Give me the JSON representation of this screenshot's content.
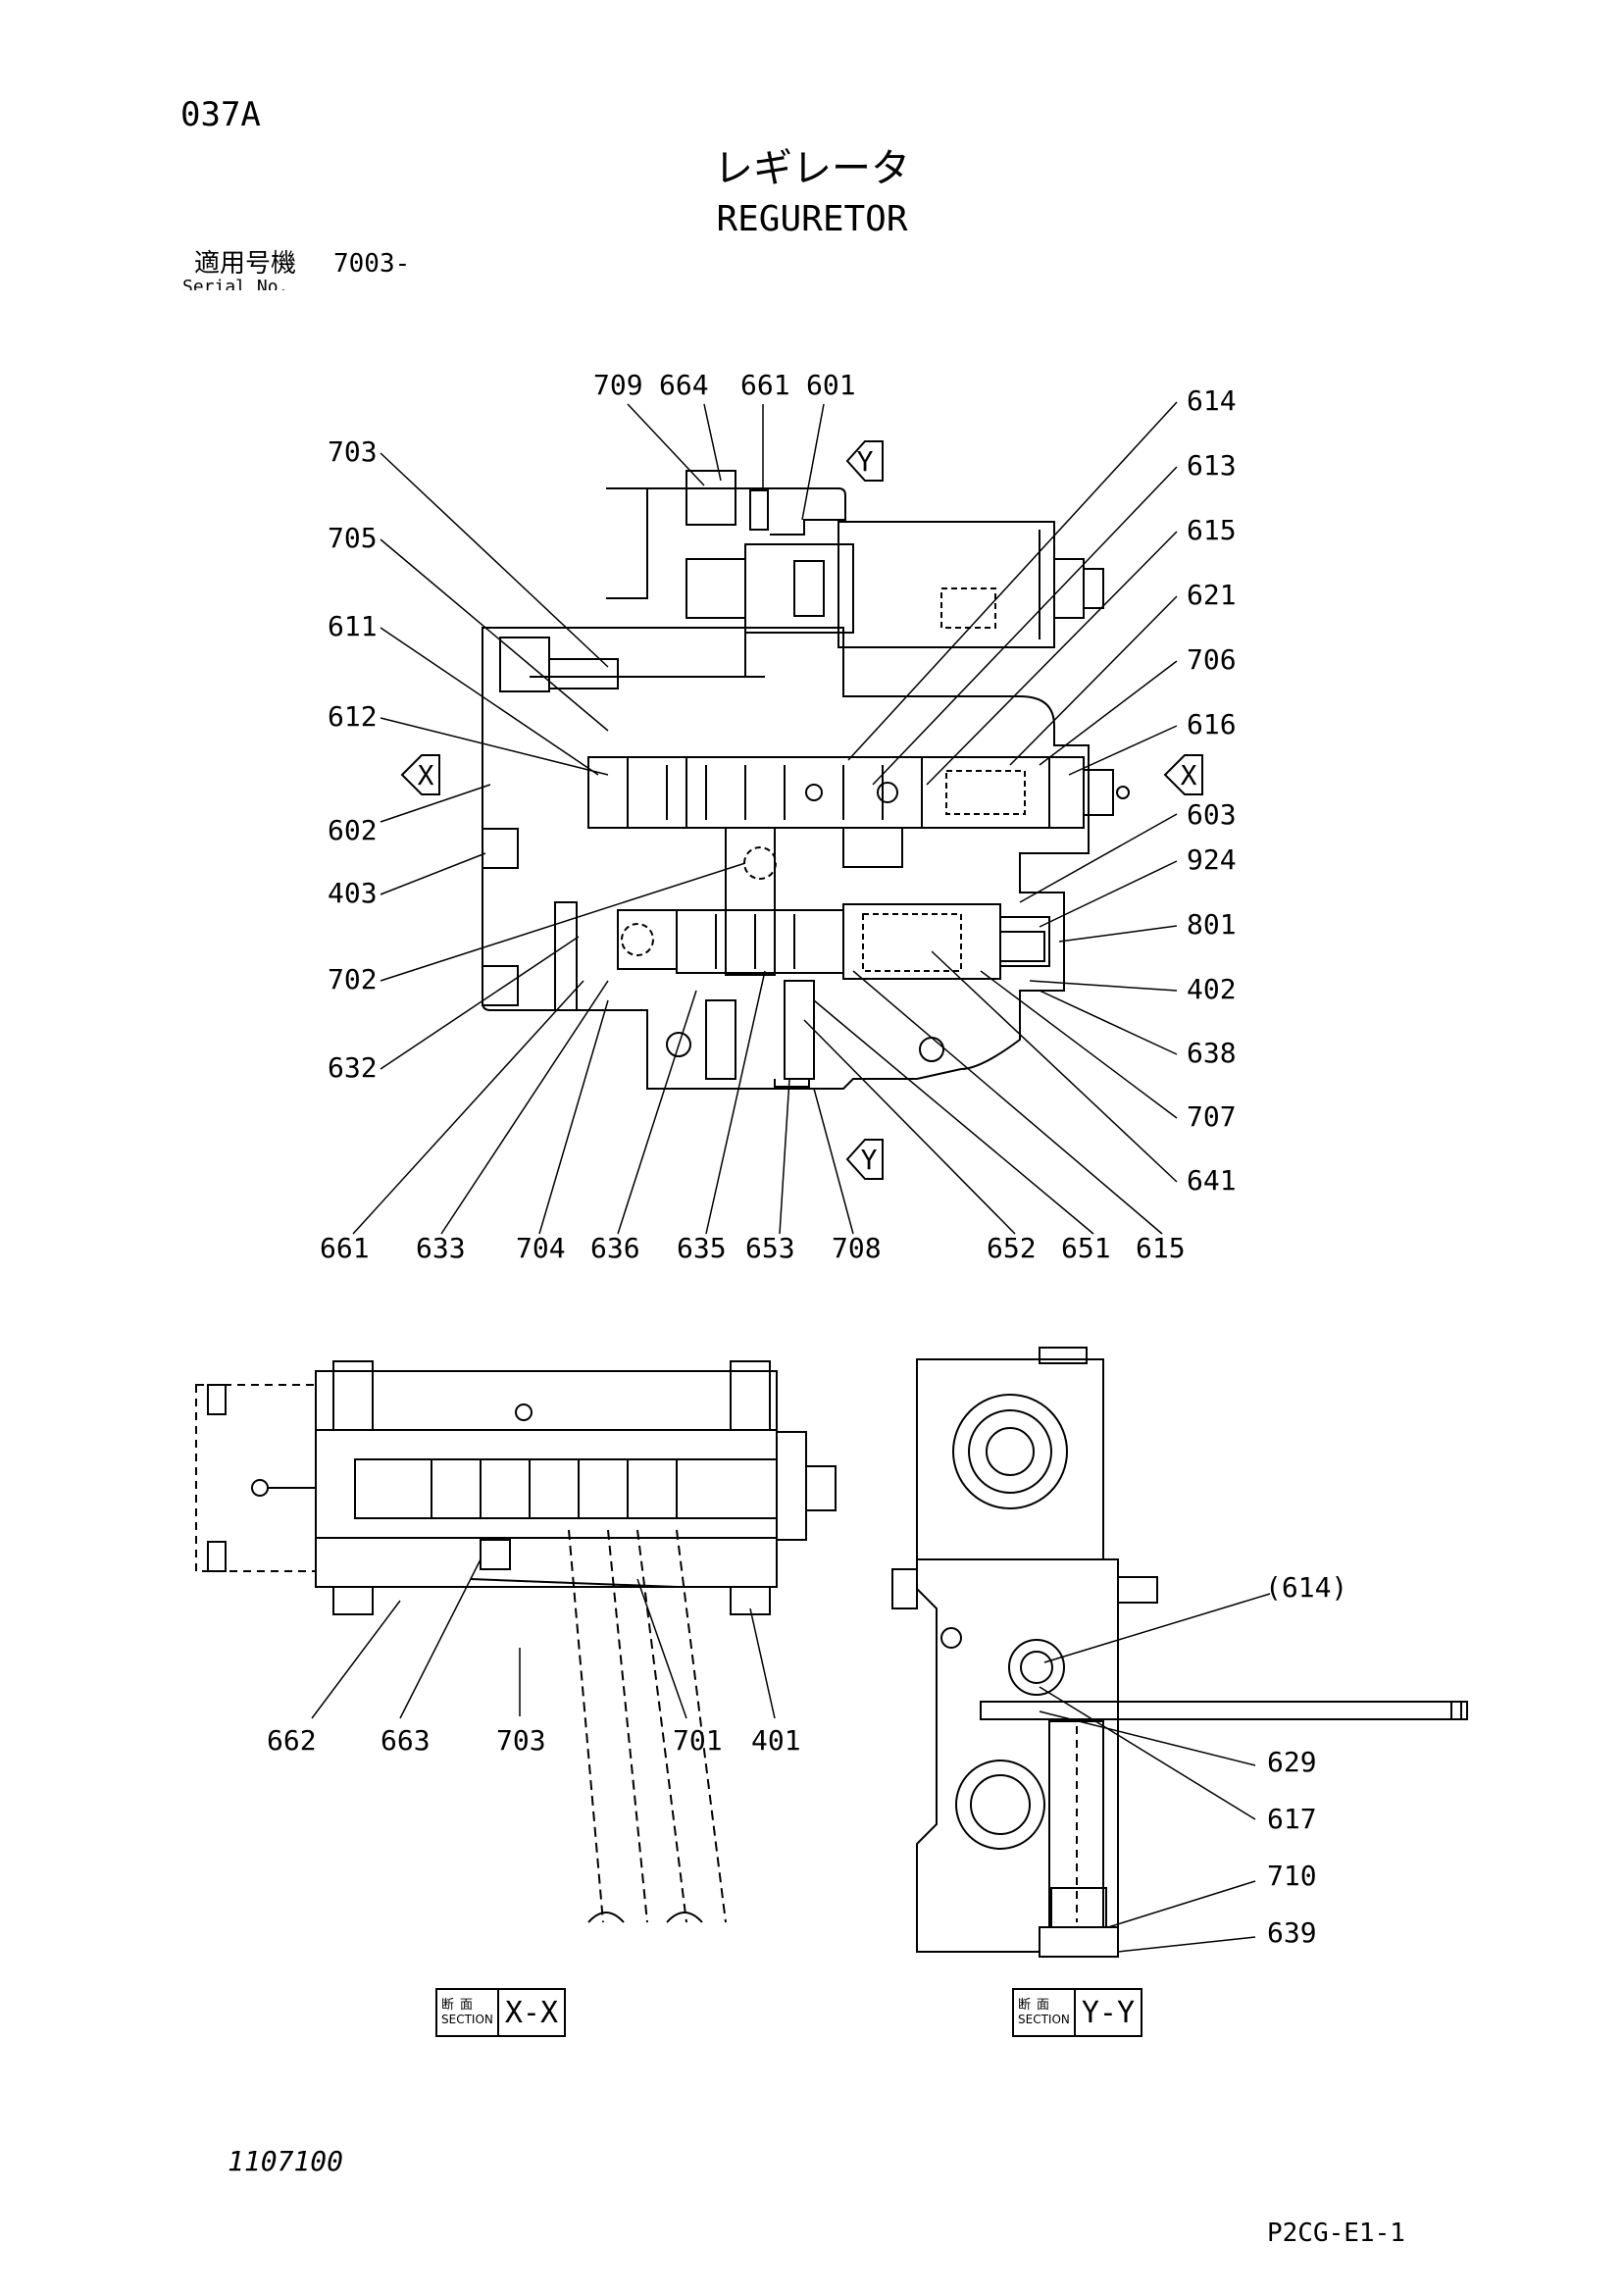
{
  "header": {
    "code": "037A",
    "title_jp": "レギレータ",
    "title_en": "REGURETOR",
    "serial_label": "適用号機",
    "serial_value": "7003-",
    "serial_sublabel": "Serial No."
  },
  "main_view": {
    "top_labels": [
      "709",
      "664",
      "661",
      "601"
    ],
    "right_labels": [
      "614",
      "613",
      "615",
      "621",
      "706",
      "616",
      "603",
      "924",
      "801",
      "402",
      "638",
      "707",
      "641"
    ],
    "left_labels": [
      "703",
      "705",
      "611",
      "612",
      "602",
      "403",
      "702",
      "632"
    ],
    "bottom_labels": [
      "661",
      "633",
      "704",
      "636",
      "635",
      "653",
      "708",
      "652",
      "651",
      "615"
    ],
    "section_markers": [
      "X",
      "X",
      "Y",
      "Y"
    ]
  },
  "section_xx": {
    "labels": [
      "662",
      "663",
      "703",
      "701",
      "401"
    ],
    "tag_jp": "断面",
    "tag_en": "SECTION",
    "name": "X-X"
  },
  "section_yy": {
    "labels": [
      "(614)",
      "629",
      "617",
      "710",
      "639"
    ],
    "tag_jp": "断面",
    "tag_en": "SECTION",
    "name": "Y-Y"
  },
  "footer": {
    "doc_number": "1107100",
    "page_code": "P2CG-E1-1"
  }
}
